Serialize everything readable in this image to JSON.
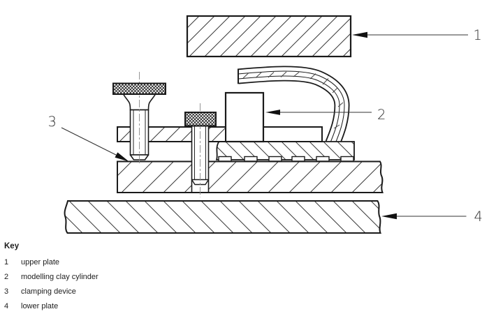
{
  "figure": {
    "callout_labels": {
      "1": "1",
      "2": "2",
      "3": "3",
      "4": "4"
    }
  },
  "key": {
    "title": "Key",
    "items": [
      {
        "num": "1",
        "label": "upper plate"
      },
      {
        "num": "2",
        "label": "modelling clay cylinder"
      },
      {
        "num": "3",
        "label": "clamping device"
      },
      {
        "num": "4",
        "label": "lower plate"
      }
    ]
  },
  "colors": {
    "background": "#ffffff",
    "outline": "#1a1a1a",
    "hatch": "#3a3a3a",
    "leader_line": "#333333",
    "label_text": "#2e2e2e"
  }
}
